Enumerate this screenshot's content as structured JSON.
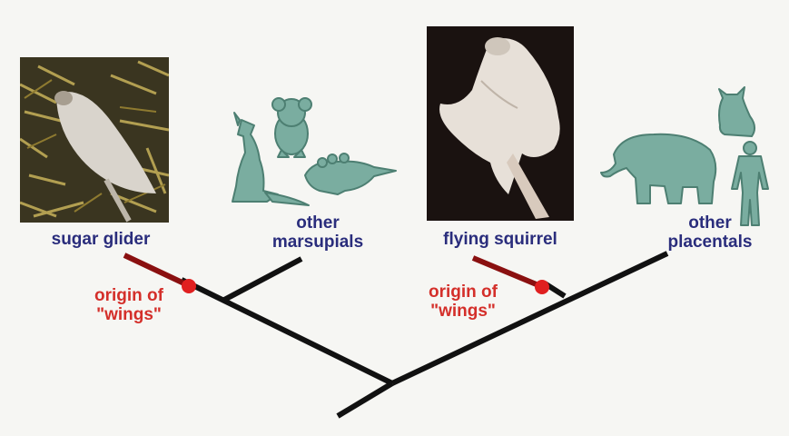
{
  "taxa": {
    "sugar_glider": "sugar glider",
    "other_marsupials_line1": "other",
    "other_marsupials_line2": "marsupials",
    "flying_squirrel": "flying squirrel",
    "other_placentals_line1": "other",
    "other_placentals_line2": "placentals"
  },
  "events": {
    "left_line1": "origin of",
    "left_line2": "\"wings\"",
    "right_line1": "origin of",
    "right_line2": "\"wings\""
  },
  "colors": {
    "tree": "#111111",
    "taxon_label": "#2a2d7c",
    "event_label": "#d42f2a",
    "event_marker": "#e02020",
    "event_bar": "#8a1010",
    "silhouette": "#7aada0",
    "silhouette_outline": "#4d7f72"
  },
  "icons": [
    "sugar-glider-photo",
    "kangaroo-icon",
    "koala-icon",
    "opossum-icon",
    "flying-squirrel-photo",
    "elephant-icon",
    "cat-icon",
    "human-icon"
  ]
}
